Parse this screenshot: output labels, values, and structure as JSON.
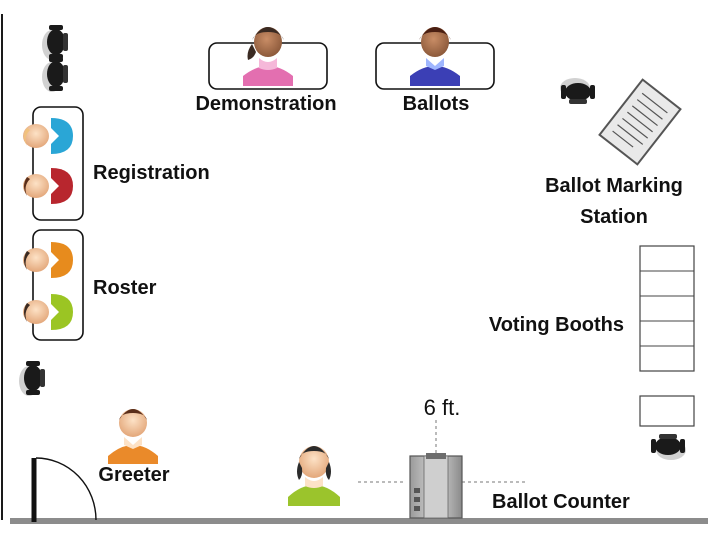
{
  "labels": {
    "demonstration": "Demonstration",
    "ballots": "Ballots",
    "registration": "Registration",
    "roster": "Roster",
    "ballot_marking_1": "Ballot Marking",
    "ballot_marking_2": "Station",
    "voting_booths": "Voting Booths",
    "distance": "6 ft.",
    "greeter": "Greeter",
    "ballot_counter": "Ballot Counter"
  },
  "icons": {
    "chair": "chair-icon",
    "person": "person-icon",
    "door": "door-icon",
    "ballot_paper": "ballot-paper-icon",
    "voting_booth": "voting-booth-icon",
    "ballot_counter_machine": "ballot-counter-machine-icon"
  },
  "colors": {
    "demonstration_worker": "#e36fb0",
    "ballots_worker": "#3b3fb5",
    "registration_worker_1": "#2aa6d6",
    "registration_worker_2": "#b8262e",
    "roster_worker_1": "#e78b1d",
    "roster_worker_2": "#9bc523",
    "greeter": "#ea8a2a",
    "ballot_counter_worker": "#9bc42c",
    "floor_edge": "#8c8c8c"
  }
}
